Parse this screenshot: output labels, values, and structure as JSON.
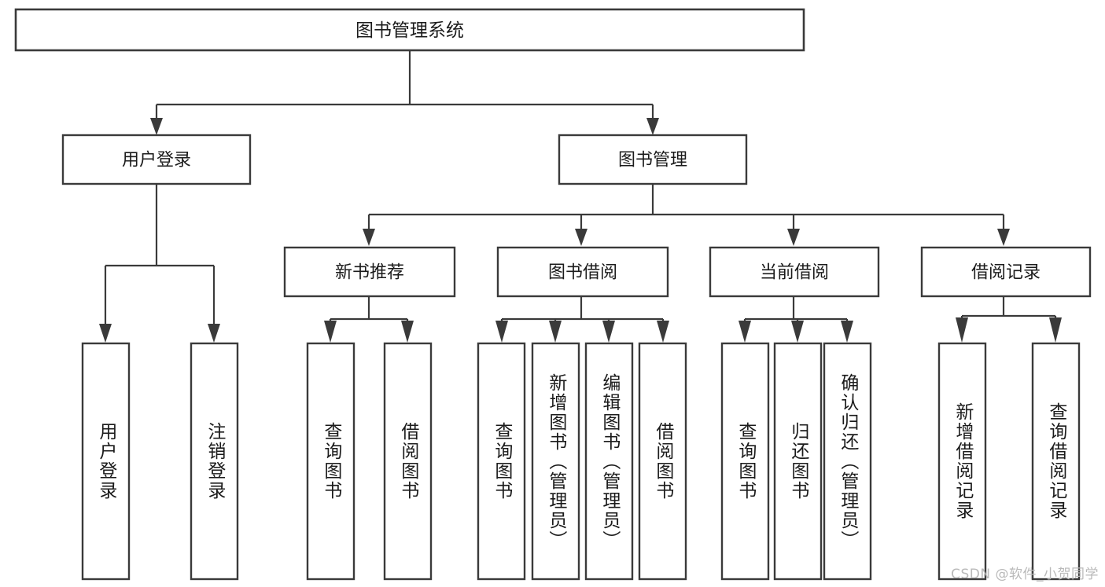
{
  "diagram": {
    "type": "tree",
    "title": "图书管理系统",
    "orientation": "top-down",
    "colors": {
      "box_stroke": "#3a3a3a",
      "box_fill": "#ffffff",
      "connector": "#3a3a3a",
      "text": "#1b1b1b",
      "background": "#ffffff",
      "watermark": "#b9b9b9"
    },
    "root": {
      "label": "图书管理系统"
    },
    "level2": [
      {
        "label": "用户登录"
      },
      {
        "label": "图书管理"
      }
    ],
    "level3": [
      {
        "label": "新书推荐"
      },
      {
        "label": "图书借阅"
      },
      {
        "label": "当前借阅"
      },
      {
        "label": "借阅记录"
      }
    ],
    "leaves": {
      "user_login": [
        {
          "label": "用户登录"
        },
        {
          "label": "注销登录"
        }
      ],
      "new_book_recommend": [
        {
          "label": "查询图书"
        },
        {
          "label": "借阅图书"
        }
      ],
      "book_borrow": [
        {
          "label": "查询图书"
        },
        {
          "label": "新增图书（管理员）"
        },
        {
          "label": "编辑图书（管理员）"
        },
        {
          "label": "借阅图书"
        }
      ],
      "current_borrow": [
        {
          "label": "查询图书"
        },
        {
          "label": "归还图书"
        },
        {
          "label": "确认归还（管理员）"
        }
      ],
      "borrow_record": [
        {
          "label": "新增借阅记录"
        },
        {
          "label": "查询借阅记录"
        }
      ]
    },
    "edges": [
      {
        "from": "图书管理系统",
        "to": "用户登录"
      },
      {
        "from": "图书管理系统",
        "to": "图书管理"
      },
      {
        "from": "用户登录",
        "to": "用户登录"
      },
      {
        "from": "用户登录",
        "to": "注销登录"
      },
      {
        "from": "图书管理",
        "to": "新书推荐"
      },
      {
        "from": "图书管理",
        "to": "图书借阅"
      },
      {
        "from": "图书管理",
        "to": "当前借阅"
      },
      {
        "from": "图书管理",
        "to": "借阅记录"
      },
      {
        "from": "新书推荐",
        "to": "查询图书"
      },
      {
        "from": "新书推荐",
        "to": "借阅图书"
      },
      {
        "from": "图书借阅",
        "to": "查询图书"
      },
      {
        "from": "图书借阅",
        "to": "新增图书（管理员）"
      },
      {
        "from": "图书借阅",
        "to": "编辑图书（管理员）"
      },
      {
        "from": "图书借阅",
        "to": "借阅图书"
      },
      {
        "from": "当前借阅",
        "to": "查询图书"
      },
      {
        "from": "当前借阅",
        "to": "归还图书"
      },
      {
        "from": "当前借阅",
        "to": "确认归还（管理员）"
      },
      {
        "from": "借阅记录",
        "to": "新增借阅记录"
      },
      {
        "from": "借阅记录",
        "to": "查询借阅记录"
      }
    ]
  },
  "watermark": {
    "text": "CSDN @软件_小贺同学"
  }
}
